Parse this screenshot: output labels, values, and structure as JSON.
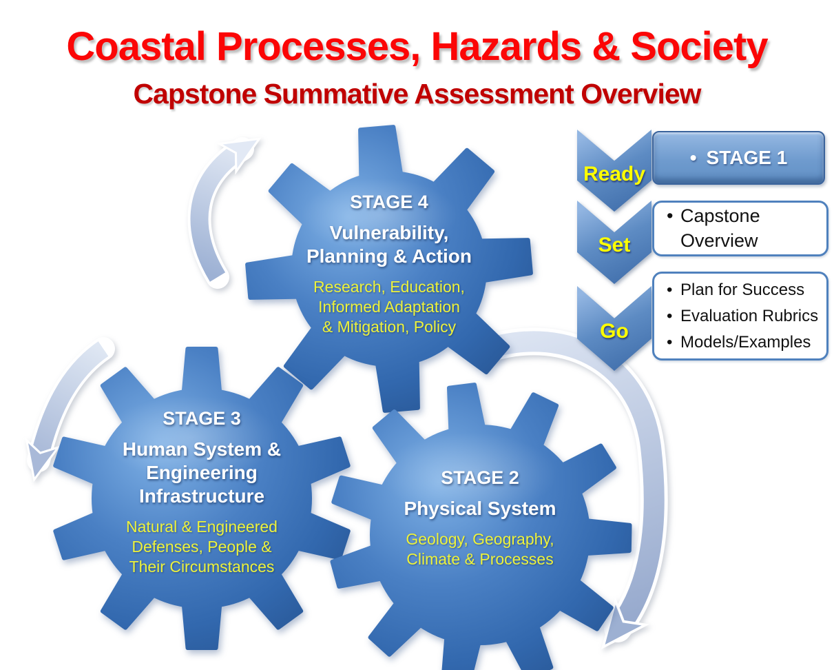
{
  "title": "Coastal Processes, Hazards & Society",
  "subtitle": "Capstone Summative Assessment Overview",
  "colors": {
    "title_red": "#FF0000",
    "subtitle_red": "#C00000",
    "gear_blue": "#3A6EB5",
    "accent_blue": "#4F81BD",
    "chevron_label_yellow": "#FFFF00",
    "gear_detail_yellow": "#EDF23C",
    "arrow_steel_blue": "#AFC0DC"
  },
  "gears": {
    "stage4": {
      "stage": "STAGE 4",
      "name_lines": [
        "Vulnerability,",
        "Planning & Action"
      ],
      "detail_lines": [
        "Research, Education,",
        "Informed Adaptation",
        "& Mitigation, Policy"
      ]
    },
    "stage3": {
      "stage": "STAGE 3",
      "name_lines": [
        "Human System &",
        "Engineering",
        "Infrastructure"
      ],
      "detail_lines": [
        "Natural & Engineered",
        "Defenses, People &",
        "Their Circumstances"
      ]
    },
    "stage2": {
      "stage": "STAGE 2",
      "name_lines": [
        "Physical System"
      ],
      "detail_lines": [
        "Geology, Geography,",
        "Climate & Processes"
      ]
    }
  },
  "sequence": {
    "chevrons": [
      {
        "label": "Ready"
      },
      {
        "label": "Set"
      },
      {
        "label": "Go"
      }
    ],
    "boxes": [
      {
        "kind": "solid",
        "items": [
          "STAGE 1"
        ]
      },
      {
        "kind": "outline",
        "items": [
          "Capstone Overview"
        ]
      },
      {
        "kind": "outline",
        "items": [
          "Plan for Success",
          "Evaluation Rubrics",
          "Models/Examples"
        ]
      }
    ]
  }
}
